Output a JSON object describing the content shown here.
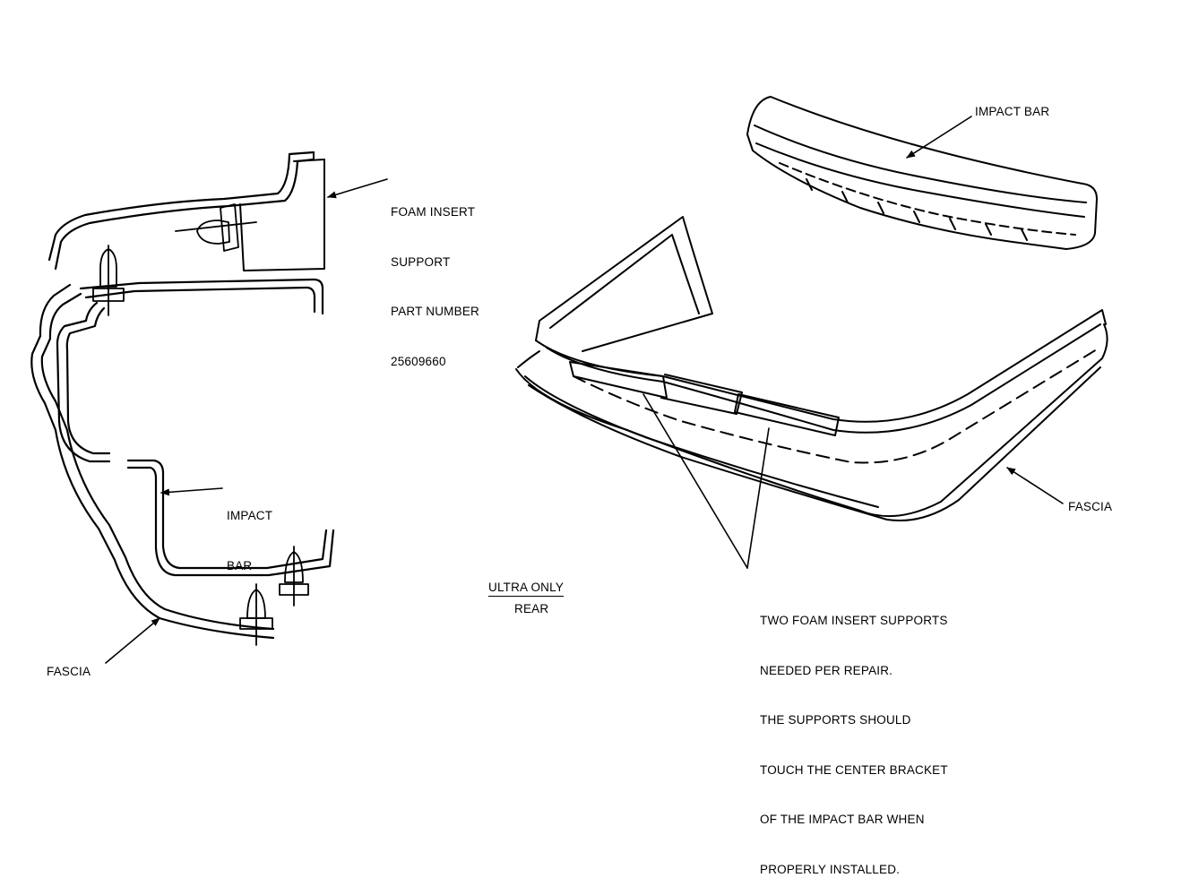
{
  "labels": {
    "foam_insert_support": [
      "FOAM INSERT",
      "SUPPORT",
      "PART NUMBER",
      "25609660"
    ],
    "impact_bar_section": [
      "IMPACT",
      "BAR"
    ],
    "fascia_section": "FASCIA",
    "impact_bar_perspective": "IMPACT BAR",
    "fascia_perspective": "FASCIA",
    "ultra_only": "ULTRA ONLY",
    "rear": "REAR",
    "note": [
      "TWO FOAM INSERT SUPPORTS",
      "NEEDED PER REPAIR.",
      "THE SUPPORTS SHOULD",
      "TOUCH THE CENTER BRACKET",
      "OF THE IMPACT BAR WHEN",
      "PROPERLY INSTALLED."
    ]
  },
  "colors": {
    "ink": "#000000",
    "paper": "#ffffff"
  }
}
